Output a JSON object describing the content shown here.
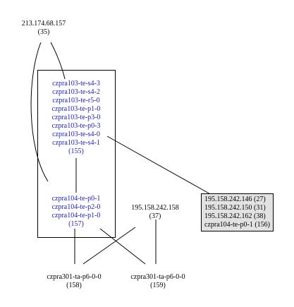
{
  "top_node": {
    "name": "213.174.68.157",
    "count": "(35)"
  },
  "cluster1": {
    "routers": [
      "czpra103-te-s4-3",
      "czpra103-te-s4-2",
      "czpra103-te-r5-0",
      "czpra103-te-p1-0",
      "czpra103-te-p3-0",
      "czpra103-te-p0-3",
      "czpra103-te-s4-0",
      "czpra103-te-s4-1"
    ],
    "count": "(155)"
  },
  "cluster2": {
    "routers": [
      "czpra104-te-p0-1",
      "czpra104-te-p2-0",
      "czpra104-te-p1-0"
    ],
    "count": "(157)"
  },
  "mid_node": {
    "name": "195.158.242.158",
    "count": "(37)"
  },
  "callout": {
    "lines": [
      "195.158.242.146 (27)",
      "195.158.242.150 (31)",
      "195.158.242.162 (38)",
      "czpra104-te-p0-1 (156)"
    ]
  },
  "bottom_left": {
    "name": "czpra301-ta-p6-0-0",
    "count": "(158)"
  },
  "bottom_right": {
    "name": "czpra301-ta-p6-0-0",
    "count": "(159)"
  },
  "colors": {
    "router_text": "#1a1ac8",
    "callout_fill": "#e2e2e2",
    "lines": "#000000"
  }
}
